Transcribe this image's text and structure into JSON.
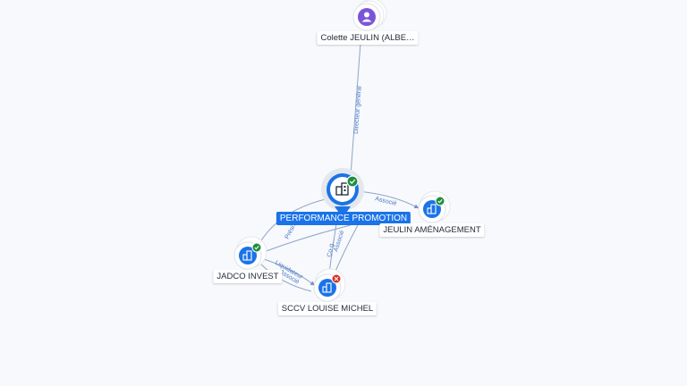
{
  "colors": {
    "accent": "#1a73e8",
    "person": "#7b55d9",
    "active": "#1e8e3e",
    "closed": "#d93025",
    "edge": "#90a4c8"
  },
  "nodes": {
    "person": {
      "label": "Colette JEULIN (ALBE…",
      "icon": "person-icon"
    },
    "main": {
      "label": "PERFORMANCE PROMOTION",
      "icon": "building-icon",
      "status": "active"
    },
    "jeulin": {
      "label": "JEULIN AMÉNAGEMENT",
      "icon": "building-icon",
      "status": "active"
    },
    "jadco": {
      "label": "JADCO INVEST",
      "icon": "building-icon",
      "status": "active"
    },
    "sccv": {
      "label": "SCCV LOUISE MICHEL",
      "icon": "building-icon",
      "status": "closed"
    }
  },
  "edges": {
    "person_main": "Directeur général",
    "main_jeulin": "Associé",
    "jadco_main": "Prési…",
    "main_sccv_a": "Co-g…",
    "main_sccv_b": "Associé",
    "jadco_sccv_a": "Liquidateur",
    "jadco_sccv_b": "Associé"
  }
}
